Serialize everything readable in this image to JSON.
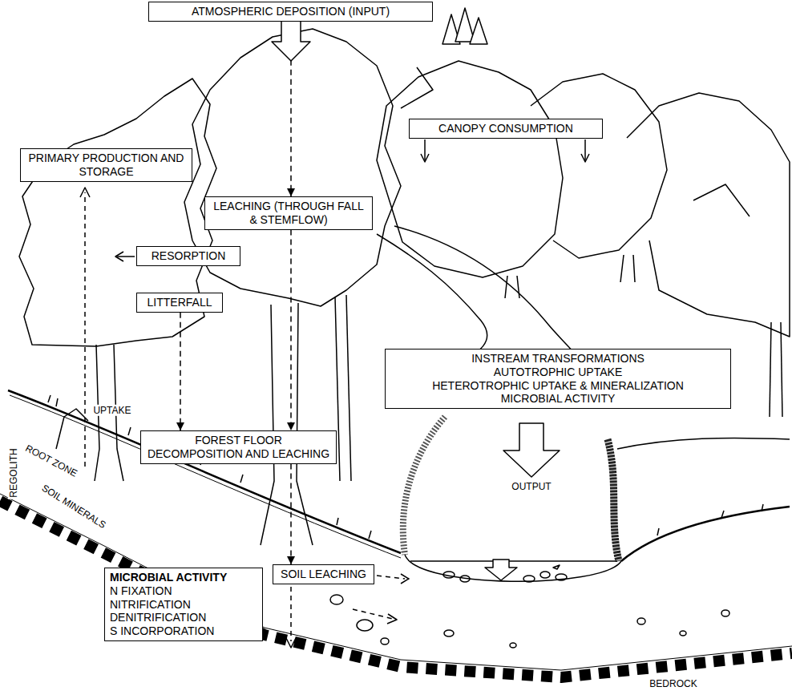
{
  "diagram": {
    "nodes": [
      {
        "text": [
          "ATMOSPHERIC DEPOSITION (INPUT)"
        ]
      },
      {
        "text": [
          "CANOPY CONSUMPTION"
        ]
      },
      {
        "text": [
          "PRIMARY PRODUCTION AND STORAGE"
        ]
      },
      {
        "text": [
          "LEACHING (THROUGH FALL & STEMFLOW)"
        ]
      },
      {
        "text": [
          "RESORPTION"
        ]
      },
      {
        "text": [
          "LITTERFALL"
        ]
      },
      {
        "text": [
          "INSTREAM TRANSFORMATIONS",
          "AUTOTROPHIC UPTAKE",
          "HETEROTROPHIC UPTAKE & MINERALIZATION",
          "MICROBIAL ACTIVITY"
        ]
      },
      {
        "text": [
          "FOREST FLOOR DECOMPOSITION AND LEACHING"
        ]
      },
      {
        "text": [
          "SOIL LEACHING"
        ]
      },
      {
        "text": [
          "MICROBIAL ACTIVITY",
          "N FIXATION",
          "NITRIFICATION",
          "DENITRIFICATION",
          "S INCORPORATION"
        ]
      }
    ],
    "edges": [
      {
        "from": 0,
        "to": 3,
        "arrow": "to"
      },
      {
        "from": 3,
        "to": 7,
        "arrow": "to"
      },
      {
        "from": 5,
        "to": 7,
        "arrow": "to"
      },
      {
        "from": 7,
        "to": 8,
        "arrow": "to"
      }
    ],
    "labels": [
      "UPTAKE",
      "OUTPUT",
      "REGOLITH",
      "ROOT ZONE",
      "SOIL MINERALS",
      "BEDROCK"
    ]
  }
}
